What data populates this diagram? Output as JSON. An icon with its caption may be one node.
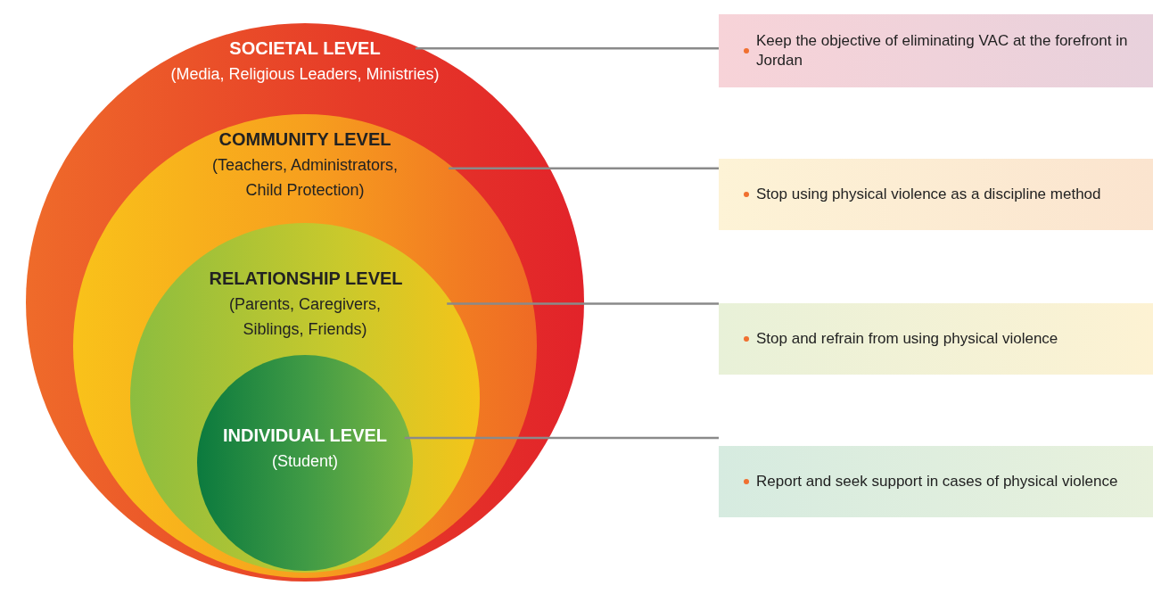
{
  "diagram": {
    "nodes": [
      {
        "text": [
          "SOCIETAL LEVEL",
          "(Media, Religious Leaders, Ministries)"
        ]
      },
      {
        "text": [
          "COMMUNITY LEVEL",
          "(Teachers, Administrators, Child Protection)"
        ],
        "in": 0
      },
      {
        "text": [
          "RELATIONSHIP LEVEL",
          "(Parents, Caregivers, Siblings, Friends)"
        ],
        "in": 1
      },
      {
        "text": [
          "INDIVIDUAL LEVEL",
          "(Student)"
        ],
        "in": 2
      },
      {
        "text": [
          "Keep the objective of eliminating VAC at the forefront in Jordan"
        ]
      },
      {
        "text": [
          "Stop using physical violence as a discipline method"
        ]
      },
      {
        "text": [
          "Stop and refrain from using physical violence"
        ]
      },
      {
        "text": [
          "Report and seek support in cases of physical violence"
        ]
      }
    ],
    "edges": [
      {
        "from": 0,
        "to": 4,
        "arrow": "none"
      },
      {
        "from": 1,
        "to": 5,
        "arrow": "none"
      },
      {
        "from": 2,
        "to": 6,
        "arrow": "none"
      },
      {
        "from": 3,
        "to": 7,
        "arrow": "none"
      }
    ]
  }
}
